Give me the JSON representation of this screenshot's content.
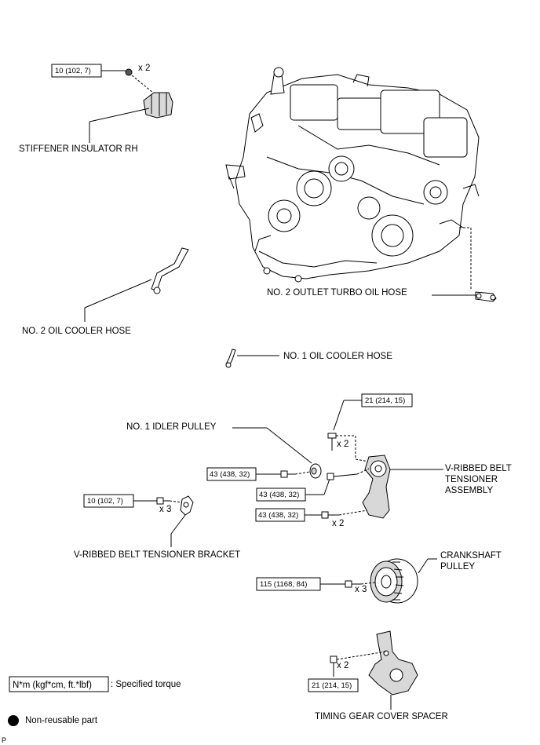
{
  "labels": {
    "stiffener_insulator": "STIFFENER INSULATOR RH",
    "no2_outlet_turbo_oil_hose": "NO. 2 OUTLET TURBO OIL HOSE",
    "no2_oil_cooler_hose": "NO. 2 OIL COOLER HOSE",
    "no1_oil_cooler_hose": "NO. 1 OIL COOLER HOSE",
    "no1_idler_pulley": "NO. 1 IDLER PULLEY",
    "tensioner_assembly_l1": "V-RIBBED BELT",
    "tensioner_assembly_l2": "TENSIONER",
    "tensioner_assembly_l3": "ASSEMBLY",
    "tensioner_bracket": "V-RIBBED BELT TENSIONER BRACKET",
    "crankshaft_pulley_l1": "CRANKSHAFT",
    "crankshaft_pulley_l2": "PULLEY",
    "timing_gear_cover_spacer": "TIMING GEAR COVER SPACER"
  },
  "torques": {
    "stiffener": "10 (102, 7)",
    "tensioner_top": "21 (214, 15)",
    "idler": "43 (438, 32)",
    "tensioner_mid": "43 (438, 32)",
    "tensioner_low": "43 (438, 32)",
    "bracket": "10 (102, 7)",
    "crankshaft": "115 (1168, 84)",
    "spacer": "21 (214, 15)"
  },
  "quantities": {
    "stiffener": "x 2",
    "tensioner_top": "x 2",
    "bracket": "x 3",
    "tensioner_low": "x 2",
    "crankshaft": "x 3",
    "spacer": "x 2"
  },
  "legend": {
    "torque_unit": "N*m (kgf*cm, ft.*lbf)",
    "torque_desc": ": Specified torque",
    "non_reusable": "Non-reusable part"
  },
  "footer_mark": "P"
}
